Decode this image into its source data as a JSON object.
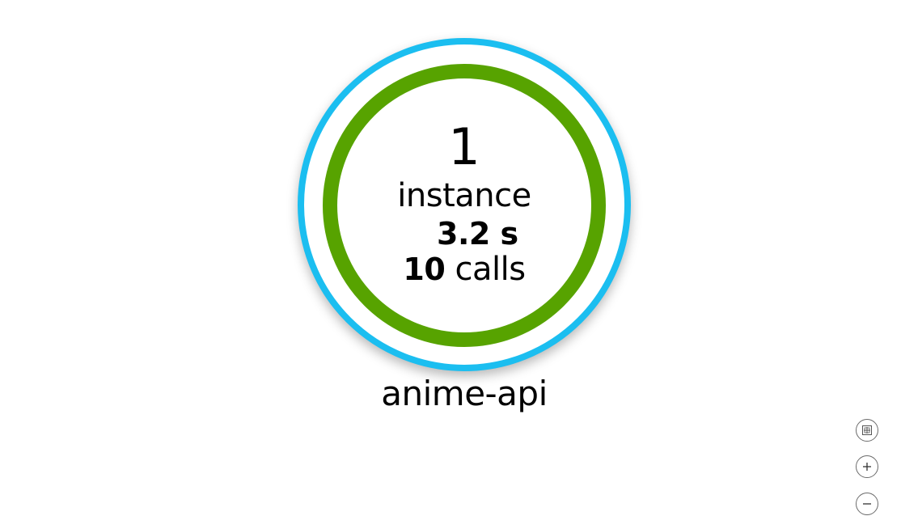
{
  "node": {
    "instance_count": "1",
    "instance_label": "instance",
    "duration": "3.2 s",
    "calls_count": "10",
    "calls_label": "calls",
    "name": "anime-api",
    "outer_ring_color": "#1bbef0",
    "inner_ring_color": "#57a300"
  },
  "zoom_controls": {
    "fit_icon": "fit-to-screen-icon",
    "zoom_in_icon": "plus-icon",
    "zoom_out_icon": "minus-icon"
  }
}
